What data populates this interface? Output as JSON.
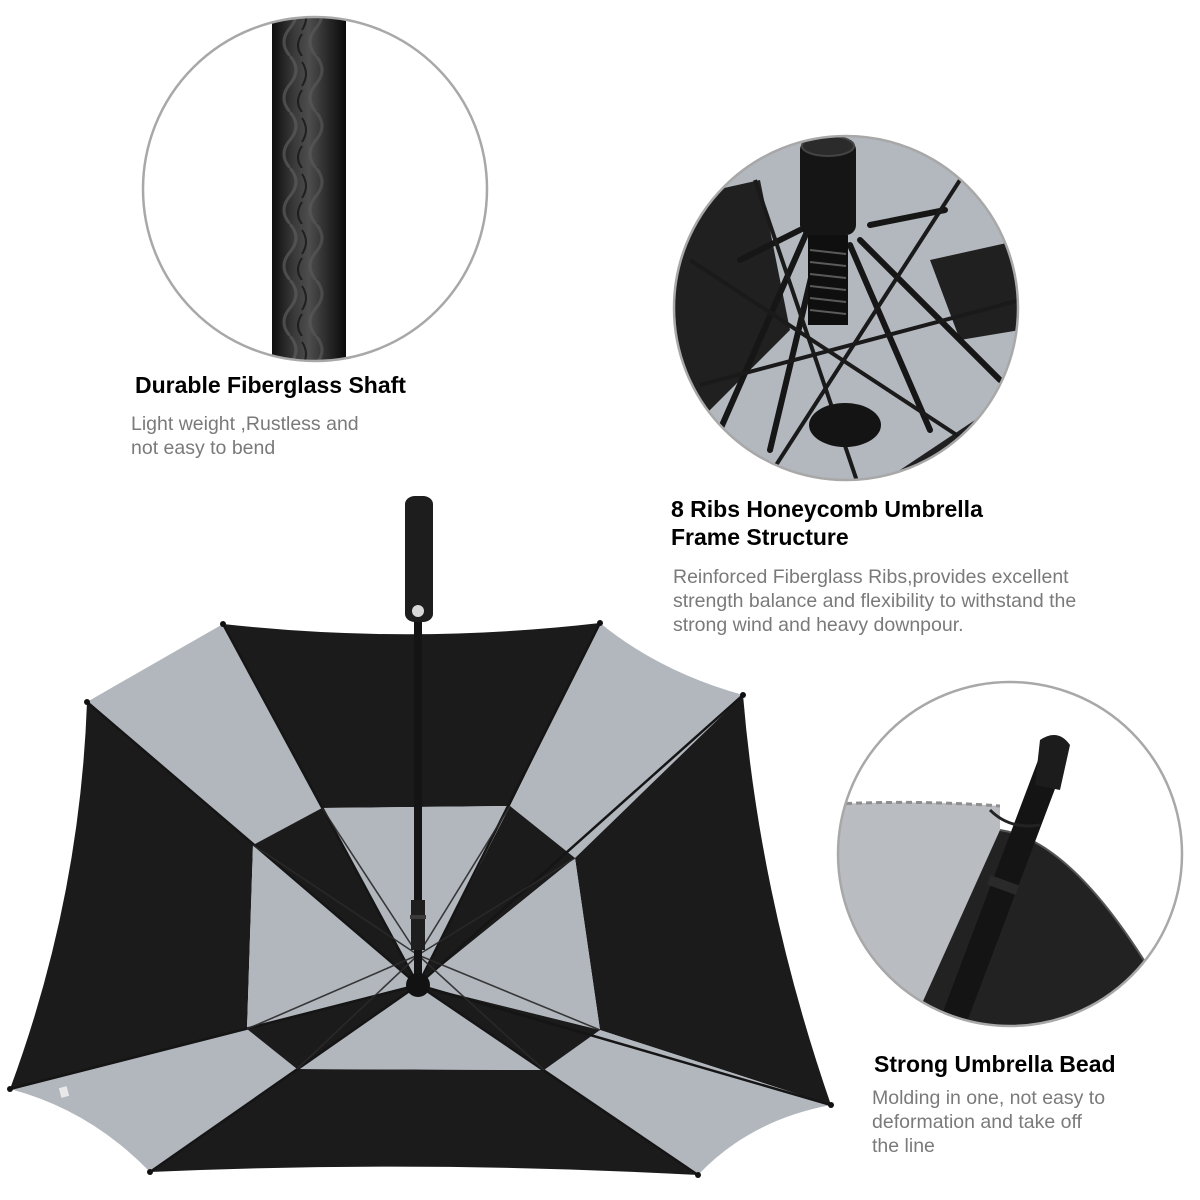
{
  "colors": {
    "background": "#ffffff",
    "canopy_black": "#1b1b1c",
    "canopy_grey": "#b2b7be",
    "circle_border": "#a8a8a8",
    "title_text": "#000000",
    "desc_text": "#7a7a7a"
  },
  "features": [
    {
      "id": "shaft",
      "title": "Durable Fiberglass Shaft",
      "description_lines": [
        "Light weight ,Rustless and",
        "not easy to bend"
      ],
      "image": "fiberglass-shaft-closeup"
    },
    {
      "id": "frame",
      "title_lines": [
        "8 Ribs Honeycomb Umbrella",
        "Frame Structure"
      ],
      "description_lines": [
        "Reinforced Fiberglass Ribs,provides excellent",
        "strength balance and flexibility to withstand the",
        "strong wind and heavy downpour."
      ],
      "image": "rib-frame-closeup"
    },
    {
      "id": "bead",
      "title": "Strong Umbrella Bead",
      "description_lines": [
        "Molding in one, not easy to",
        "deformation and take off",
        "the line"
      ],
      "image": "umbrella-bead-closeup"
    }
  ],
  "main_image": "open-umbrella-underside-black-grey"
}
